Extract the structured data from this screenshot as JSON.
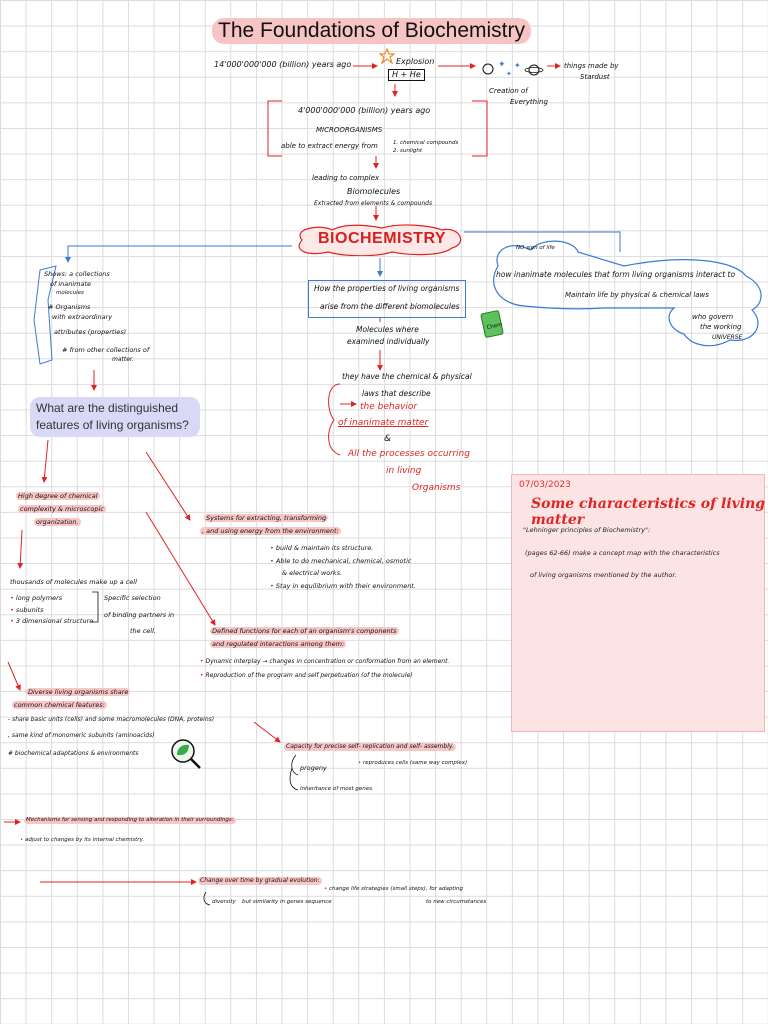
{
  "title": "The Foundations of Biochemistry",
  "timeline": {
    "years_ago_14b": "14'000'000'000 (billion) years ago",
    "explosion": "Explosion",
    "h_he": "H + He",
    "creation": "Creation of",
    "everything": "Everything",
    "things_made_by": "things made by",
    "stardust": "Stardust"
  },
  "origin_box": {
    "years_ago_4b": "4'000'000'000 (billion) years ago",
    "microorganisms": "MICROORGANISMS",
    "extract_energy": "able to extract energy from",
    "chemical_compounds": "1. chemical compounds",
    "sunlight": "2. sunlight"
  },
  "leading": {
    "leading_to": "leading to complex",
    "biomolecules": "Biomolecules",
    "extracted": "Extracted from elements & compounds"
  },
  "center": {
    "label": "BIOCHEMISTRY"
  },
  "properties_box": {
    "line1": "How the properties of living organisms",
    "line2": "arise from the different biomolecules"
  },
  "molecules": {
    "line1": "Molecules where",
    "line2": "examined individually"
  },
  "laws": {
    "line1": "they have the chemical & physical",
    "line2": "laws that describe",
    "behavior": "the behavior",
    "inanimate": "of inanimate matter",
    "and": "&",
    "processes": "All the processes occurring",
    "in_living": "in living",
    "organisms": "Organisms"
  },
  "shows": {
    "line1": "Shows: a collections",
    "line2": "of inanimate",
    "line3": "molecules",
    "line4": "# Organisms",
    "line5": "with extraordinary",
    "line6": "attributes (properties)",
    "line7": "# from other collections of",
    "line8": "matter."
  },
  "cloud": {
    "no_sign": "NO sign of life",
    "line1": "how inanimate molecules that form living organisms interact to",
    "line2": "Maintain life by physical & chemical laws",
    "line3": "who govern",
    "line4": "the working",
    "universe": "UNIVERSE"
  },
  "question": "What are the distinguished features of living organisms?",
  "complexity": {
    "line1": "High degree of chemical",
    "line2": "complexity & microscopic",
    "line3": "organization.",
    "thousands": "thousands of molecules make up a cell",
    "polymers": "long polymers",
    "subunits": "subunits",
    "structure": "3 dimensional structure",
    "specific1": "Specific selection",
    "specific2": "of binding partners in",
    "specific3": "the cell."
  },
  "energy": {
    "line1": "Systems for extracting, transforming",
    "line2": ", and using energy from the environment:",
    "b1": "build & maintain its structure.",
    "b2": "Able to do mechanical, chemical, osmotic",
    "b2b": "& electrical works.",
    "b3": "Stay in equilibrium with their environment."
  },
  "functions": {
    "line1": "Defined functions for each of an organism's components",
    "line2": "and regulated interactions among them:",
    "b1": "Dynamic interplay → changes in concentration or conformation from an element.",
    "b2": "Reproduction of the program and self perpetuation (of the molecule)"
  },
  "diverse": {
    "line1": "Diverse living organisms share",
    "line2": "common chemical features:",
    "b1": "- share basic units (cells) and some macromolecules (DNA, proteins)",
    "b2": ", same kind of monomeric subunits (aminoacids)",
    "b3": "# biochemical adaptations & environments"
  },
  "replication": {
    "line1": "Capacity for precise self- replication and self- assembly.",
    "progeny": "progeny",
    "reproduces": "reproduces cells (same way complex)",
    "inheritance": "inheritance of most genes."
  },
  "mechanisms": {
    "line1": "Mechanisms for sensing and responding to alteration in their surroundings:",
    "b1": "adjust to changes by its internal chemistry."
  },
  "evolution": {
    "line1": "Change over time by gradual evolution:",
    "b1": "change life strategies (small steps), for adapting",
    "b1b": "to new circumstances",
    "diversity": "diversity",
    "similarity": "but similarity in genes sequence"
  },
  "note": {
    "date": "07/03/2023",
    "title": "Some characteristics of living matter",
    "ref": "\"Lehninger principles of Biochemistry\":",
    "line1": "(pages 62-66) make a concept map with the characteristics",
    "line2": "of living organisms mentioned by the author."
  },
  "icons": [
    "explosion-icon",
    "planet-icon",
    "stars-icon",
    "chemistry-book-icon",
    "leaf-magnifier-icon"
  ],
  "colors": {
    "accent_red": "#e02424",
    "accent_blue": "#3a7bd5",
    "highlight_pink": "#f9c6c6",
    "question_purple": "#d9d9f7"
  }
}
